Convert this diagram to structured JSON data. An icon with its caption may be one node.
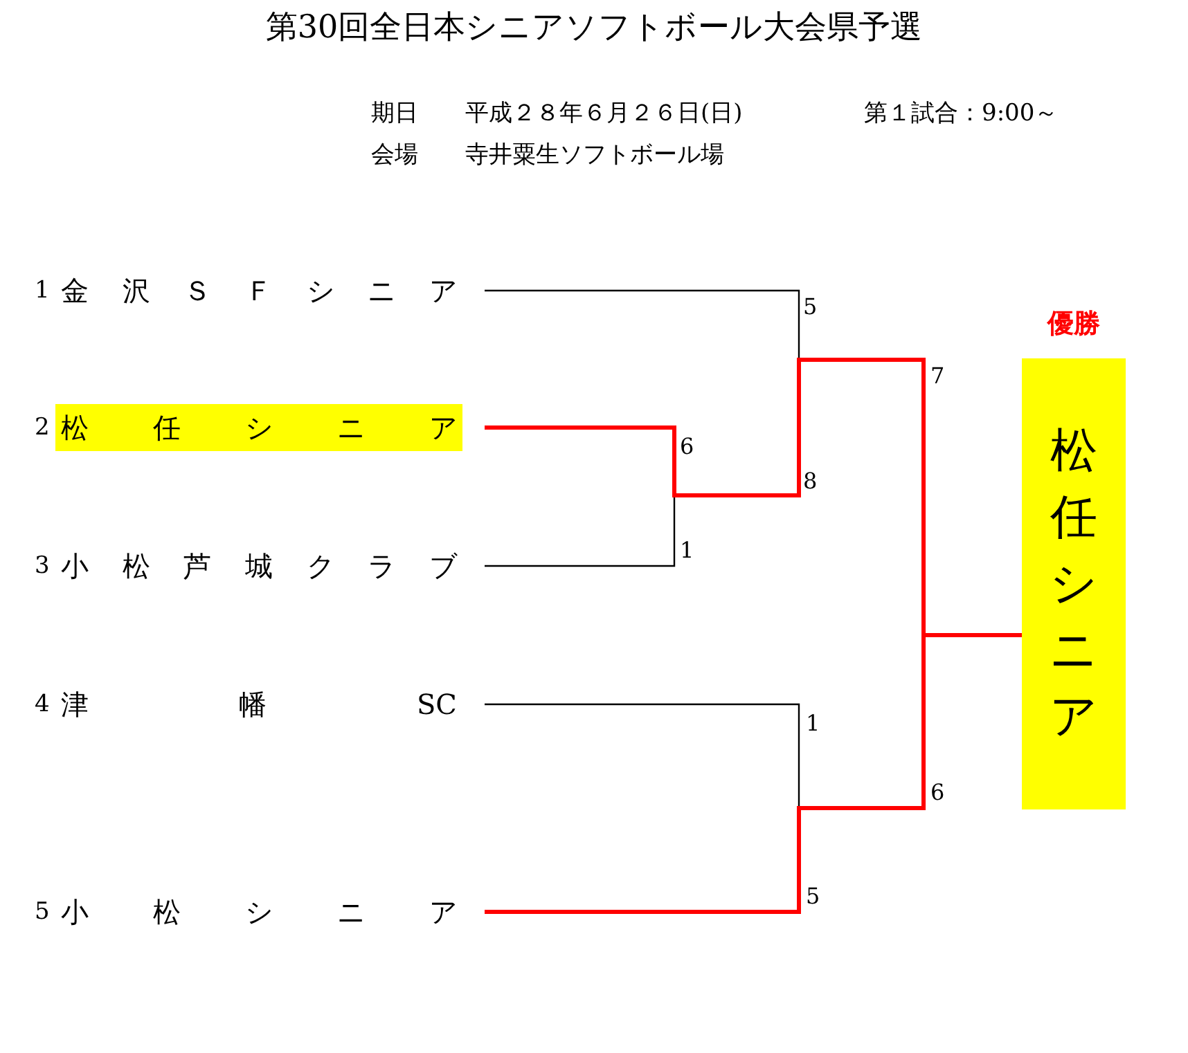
{
  "diagram": {
    "title": "第30回全日本シニアソフトボール大会県予選",
    "nodes": [
      {
        "text": [
          "1",
          "金沢ＳＦシニア"
        ]
      },
      {
        "text": [
          "2",
          "松任シニア"
        ]
      },
      {
        "text": [
          "3",
          "小松芦城クラブ"
        ]
      },
      {
        "text": [
          "4",
          "津 幡 SC"
        ]
      },
      {
        "text": [
          "5",
          "小松シニア"
        ]
      },
      {
        "text": [
          "優勝",
          "松任シニア"
        ]
      }
    ],
    "edges": [
      {
        "from": 0,
        "to": 5,
        "arrow": "none"
      },
      {
        "from": 2,
        "to": 5,
        "arrow": "none"
      },
      {
        "from": 3,
        "to": 5,
        "arrow": "none"
      },
      {
        "from": 4,
        "to": 5,
        "arrow": "none",
        "style": "thick",
        "color": "#ff0000"
      },
      {
        "from": 1,
        "to": 5,
        "arrow": "none",
        "style": "thick",
        "color": "#ff0000"
      }
    ],
    "labels": [
      "期日",
      "平成２８年６月２６日(日)",
      "第１試合：9:00～",
      "会場",
      "寺井粟生ソフトボール場",
      "5",
      "7",
      "6",
      "8",
      "1",
      "1",
      "6",
      "5"
    ]
  }
}
